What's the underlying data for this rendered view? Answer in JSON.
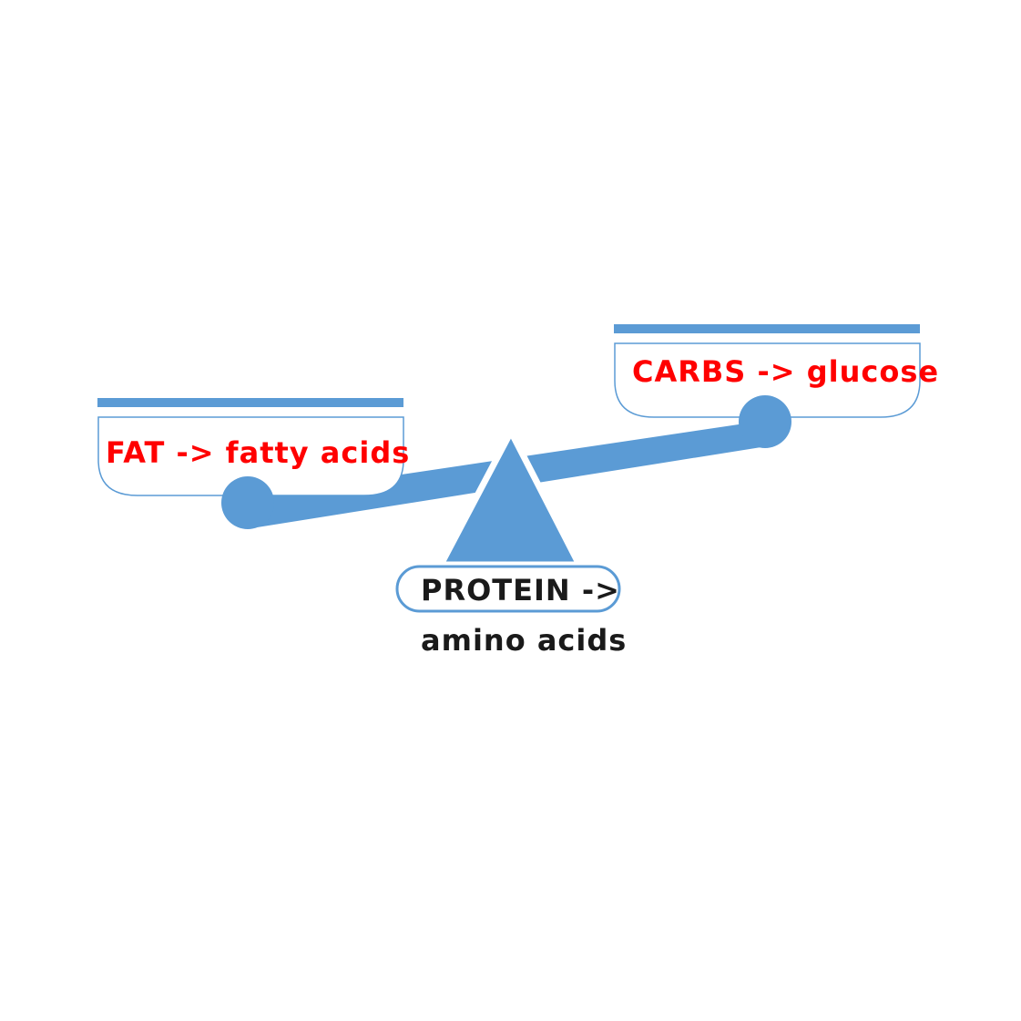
{
  "left_pan": {
    "text": "FAT -> fatty acids"
  },
  "right_pan": {
    "text": "CARBS -> glucose"
  },
  "fulcrum": {
    "line1": "PROTEIN ->",
    "line2": "amino acids"
  },
  "colors": {
    "scale": "#5b9bd5",
    "pan_label": "#ff0000",
    "fulcrum_label": "#1a1a1a",
    "background": "#ffffff"
  }
}
